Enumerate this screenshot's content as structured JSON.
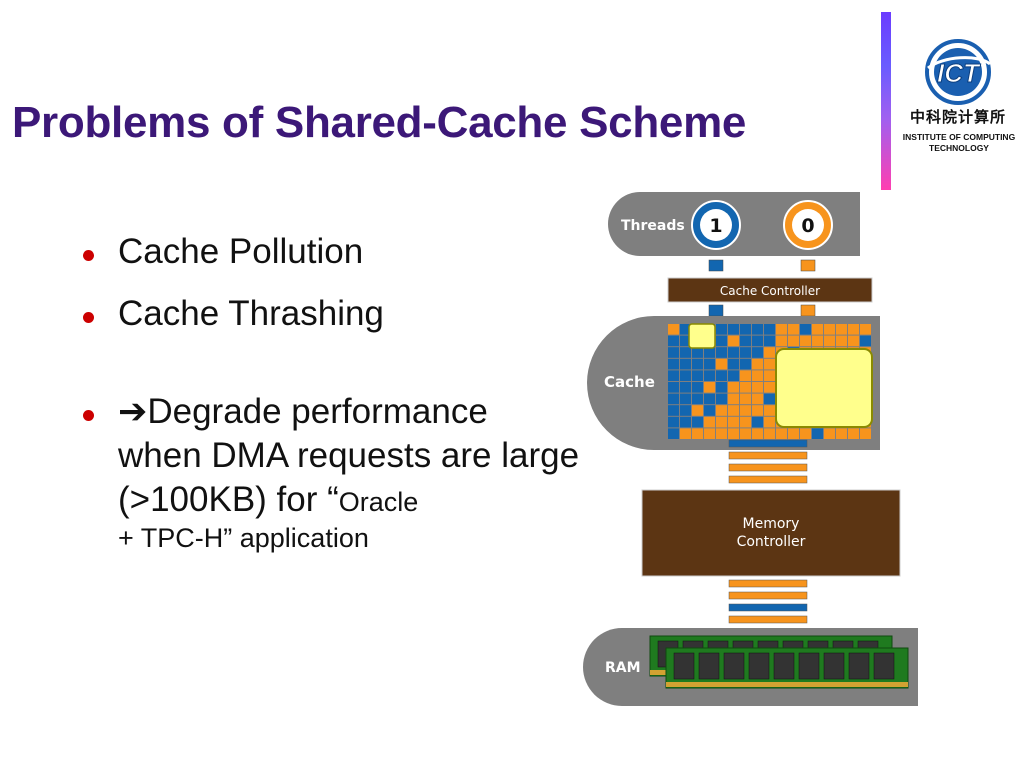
{
  "slide": {
    "title": "Problems of Shared-Cache Scheme"
  },
  "logo": {
    "mark": "ICT",
    "chinese": "中科院计算所",
    "english_line1": "INSTITUTE OF COMPUTING",
    "english_line2": "TECHNOLOGY"
  },
  "bullets": [
    {
      "text": "Cache Pollution"
    },
    {
      "text": "Cache Thrashing"
    },
    {
      "arrow": "➔",
      "text_part1": "Degrade performance when DMA requests are large (>100KB) for “",
      "text_part2": "Oracle",
      "text_part3": "+ TPC-H” application"
    }
  ],
  "diagram": {
    "threads_label": "Threads",
    "thread_ids": [
      "1",
      "0"
    ],
    "cache_controller_label": "Cache Controller",
    "cache_label": "Cache",
    "memory_controller_label_line1": "Memory",
    "memory_controller_label_line2": "Controller",
    "ram_label": "RAM",
    "colors": {
      "thread_blue": "#1266b0",
      "thread_orange": "#f7941d",
      "controller_brown": "#5c3513",
      "panel_gray": "#7f7f7f",
      "highlight_yellow": "#ffff8c",
      "ram_green": "#1f7a1f",
      "ram_gold": "#d2a232"
    }
  }
}
